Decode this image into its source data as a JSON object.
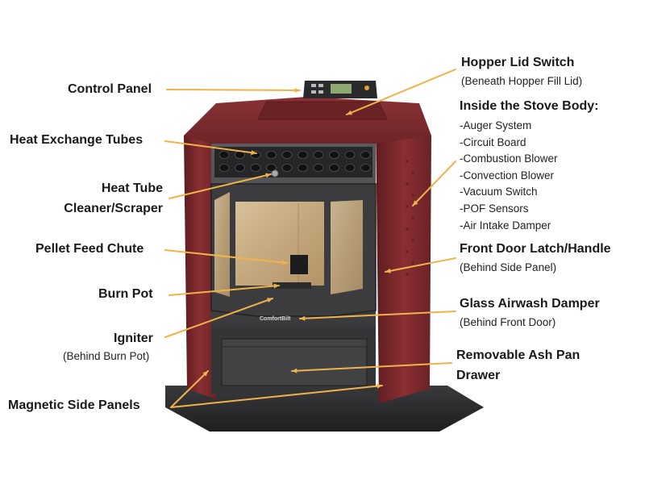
{
  "colors": {
    "arrow": "#f2b24a",
    "body_red": "#7d2a2e",
    "body_red_dark": "#5e1c20",
    "steel": "#4a4a4c",
    "steel_dark": "#2e2e30",
    "glass": "#c9b08a"
  },
  "labels": {
    "control_panel": "Control Panel",
    "heat_exchange_tubes": "Heat Exchange Tubes",
    "heat_tube_cleaner_line1": "Heat Tube",
    "heat_tube_cleaner_line2": "Cleaner/Scraper",
    "pellet_feed_chute": "Pellet Feed Chute",
    "burn_pot": "Burn Pot",
    "igniter": "Igniter",
    "igniter_note": "(Behind Burn Pot)",
    "magnetic_side_panels": "Magnetic Side Panels",
    "hopper_lid_switch": "Hopper Lid Switch",
    "hopper_lid_note": "(Beneath Hopper Fill Lid)",
    "inside_title": "Inside the Stove Body:",
    "inside_items": [
      "-Auger System",
      "-Circuit Board",
      "-Combustion Blower",
      "-Convection Blower",
      "-Vacuum Switch",
      "-POF Sensors",
      "-Air Intake Damper"
    ],
    "front_door_latch": "Front Door Latch/Handle",
    "front_door_note": "(Behind Side Panel)",
    "glass_airwash": "Glass Airwash Damper",
    "glass_airwash_note": "(Behind Front Door)",
    "ash_pan_line1": "Removable Ash Pan",
    "ash_pan_line2": "Drawer"
  },
  "stove": {
    "brand": "ComfortBilt"
  }
}
